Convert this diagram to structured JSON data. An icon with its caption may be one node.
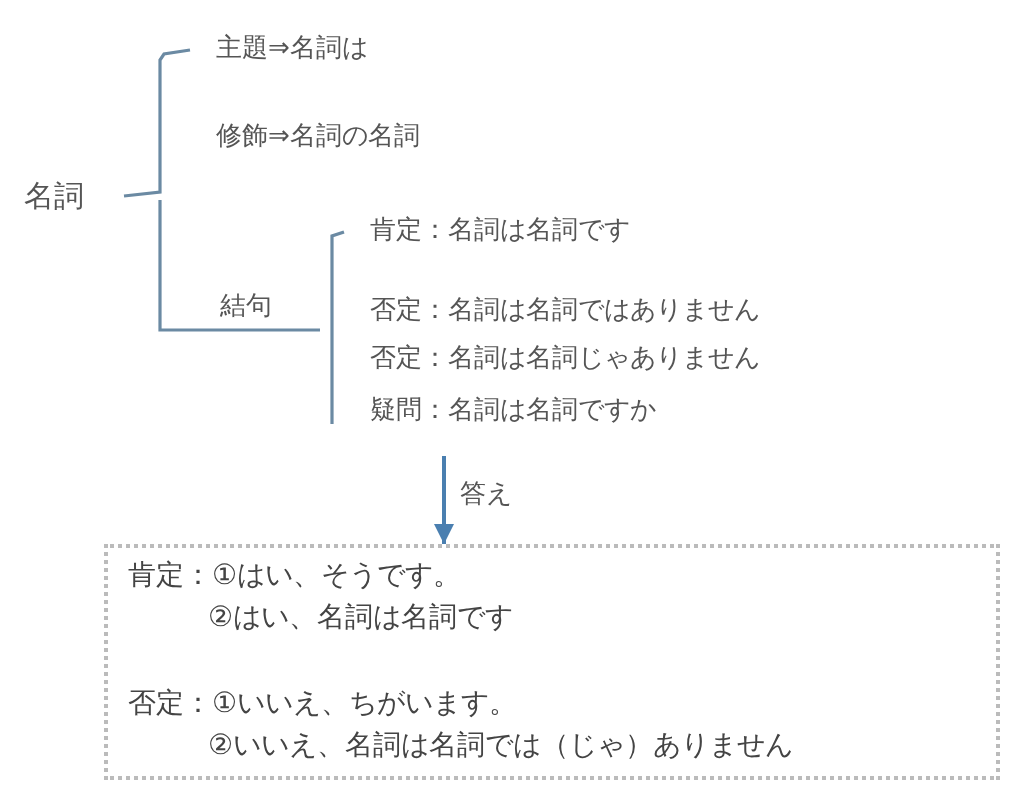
{
  "diagram": {
    "nodes": [
      {
        "text": [
          "答え"
        ]
      },
      {
        "text": [
          "肯定：①はい、そうです。",
          "②はい、名詞は名詞です",
          "否定：①いいえ、ちがいます。",
          "②いいえ、名詞は名詞では（じゃ）ありません"
        ]
      }
    ],
    "edges": [
      {
        "from": 0,
        "to": 1,
        "arrow": "to"
      }
    ],
    "labels": [
      "主題⇒名詞は",
      "修飾⇒名詞の名詞",
      "名詞",
      "肯定：名詞は名詞です",
      "否定：名詞は名詞ではありません",
      "結句",
      "否定：名詞は名詞じゃありません",
      "疑問：名詞は名詞ですか"
    ]
  }
}
